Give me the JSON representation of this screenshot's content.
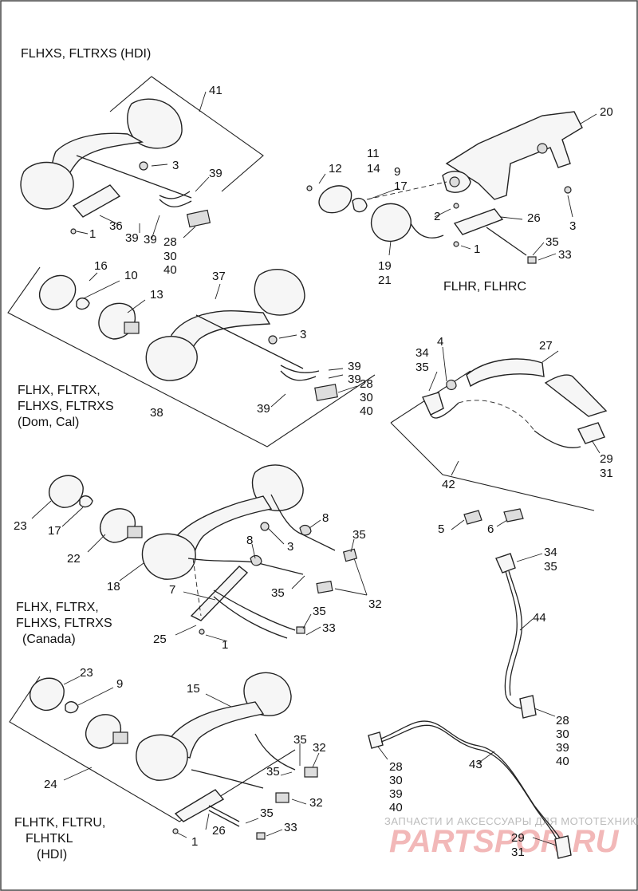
{
  "models": {
    "m1": "FLHXS, FLTRXS (HDI)",
    "m2": "FLHR, FLHRC",
    "m3a": "FLHX, FLTRX,",
    "m3b": "FLHXS, FLTRXS",
    "m3c": "(Dom, Cal)",
    "m4a": "FLHX, FLTRX,",
    "m4b": "FLHXS, FLTRXS",
    "m4c": "(Canada)",
    "m5a": "FLHTK, FLTRU,",
    "m5b": "FLHTKL",
    "m5c": "(HDI)"
  },
  "callouts": {
    "c41": "41",
    "c3a": "3",
    "c39a": "39",
    "c36": "36",
    "c1a": "1",
    "c39b": "39",
    "c39c": "39",
    "c28a": "28",
    "c30a": "30",
    "c40a": "40",
    "c20": "20",
    "c11": "11",
    "c12": "12",
    "c14": "14",
    "c9a": "9",
    "c17a": "17",
    "c2": "2",
    "c26a": "26",
    "c3b": "3",
    "c35a": "35",
    "c33a": "33",
    "c1b": "1",
    "c19": "19",
    "c21": "21",
    "c16": "16",
    "c10": "10",
    "c13": "13",
    "c37": "37",
    "c3c": "3",
    "c39d": "39",
    "c39e": "39",
    "c28b": "28",
    "c30b": "30",
    "c40b": "40",
    "c38": "38",
    "c39f": "39",
    "c34a": "34",
    "c35b": "35",
    "c4": "4",
    "c27": "27",
    "c29a": "29",
    "c31a": "31",
    "c42": "42",
    "c5": "5",
    "c6": "6",
    "c23a": "23",
    "c17b": "17",
    "c22": "22",
    "c18": "18",
    "c8a": "8",
    "c8b": "8",
    "c3d": "3",
    "c35c": "35",
    "c35d": "35",
    "c32a": "32",
    "c7": "7",
    "c25": "25",
    "c1c": "1",
    "c35e": "35",
    "c33b": "33",
    "c34b": "34",
    "c35f": "35",
    "c44": "44",
    "c28c": "28",
    "c30c": "30",
    "c39g": "39",
    "c40c": "40",
    "c23b": "23",
    "c9b": "9",
    "c15": "15",
    "c35g": "35",
    "c32b": "32",
    "c35h": "35",
    "c24": "24",
    "c32c": "32",
    "c35i": "35",
    "c26b": "26",
    "c1d": "1",
    "c33c": "33",
    "c28d": "28",
    "c30d": "30",
    "c39h": "39",
    "c40d": "40",
    "c43": "43",
    "c29b": "29",
    "c31b": "31"
  },
  "watermark": {
    "caption": "ЗАПЧАСТИ И АКСЕССУАРЫ ДЛЯ МОТОТЕХНИКИ",
    "brand": "PARTSPOR.RU"
  }
}
